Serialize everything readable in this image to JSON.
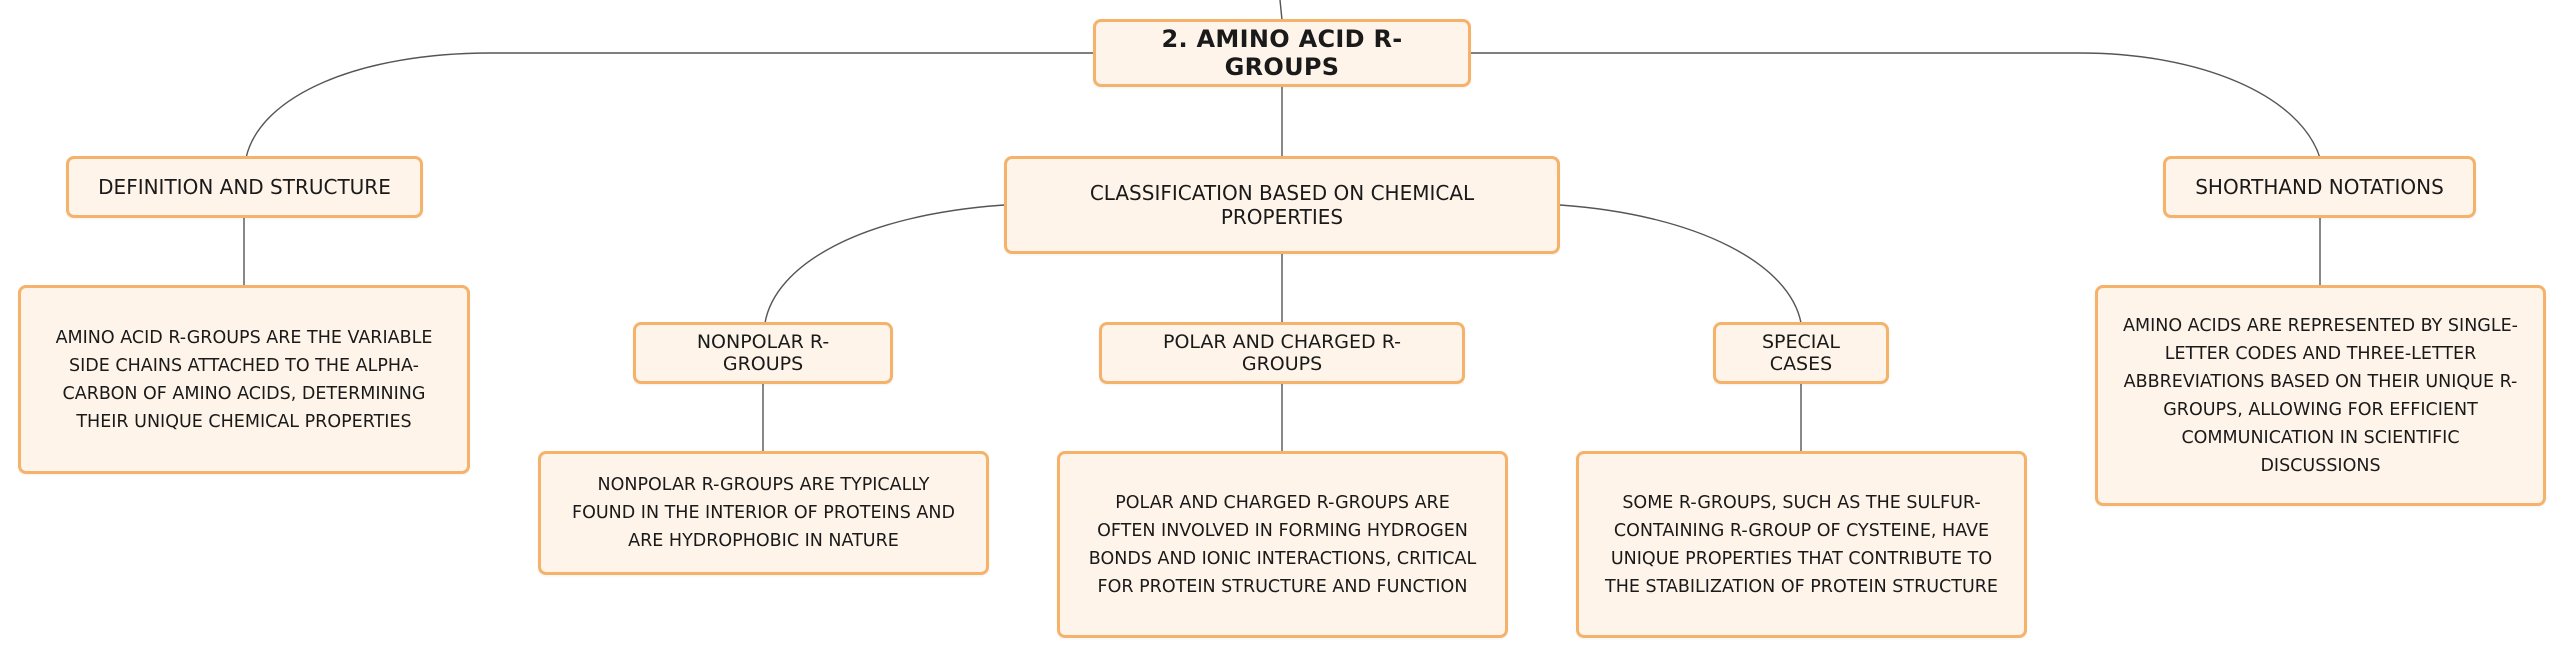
{
  "root": {
    "label": "2. AMINO ACID R-GROUPS"
  },
  "definition": {
    "label": "DEFINITION AND STRUCTURE",
    "detail": "AMINO ACID R-GROUPS ARE THE VARIABLE SIDE CHAINS ATTACHED TO THE ALPHA-CARBON OF AMINO ACIDS, DETERMINING THEIR UNIQUE CHEMICAL PROPERTIES"
  },
  "classification": {
    "label": "CLASSIFICATION BASED ON CHEMICAL PROPERTIES",
    "nonpolar": {
      "label": "NONPOLAR R-GROUPS",
      "detail": "NONPOLAR R-GROUPS ARE TYPICALLY FOUND IN THE INTERIOR OF PROTEINS AND ARE HYDROPHOBIC IN NATURE"
    },
    "polar": {
      "label": "POLAR AND CHARGED R-GROUPS",
      "detail": "POLAR AND CHARGED R-GROUPS ARE OFTEN INVOLVED IN FORMING HYDROGEN BONDS AND IONIC INTERACTIONS, CRITICAL FOR PROTEIN STRUCTURE AND FUNCTION"
    },
    "special": {
      "label": "SPECIAL CASES",
      "detail": "SOME R-GROUPS, SUCH AS THE SULFUR-CONTAINING R-GROUP OF CYSTEINE, HAVE UNIQUE PROPERTIES THAT CONTRIBUTE TO THE STABILIZATION OF PROTEIN STRUCTURE"
    }
  },
  "shorthand": {
    "label": "SHORTHAND NOTATIONS",
    "detail": "AMINO ACIDS ARE REPRESENTED BY SINGLE-LETTER CODES AND THREE-LETTER ABBREVIATIONS BASED ON THEIR UNIQUE R-GROUPS, ALLOWING FOR EFFICIENT COMMUNICATION IN SCIENTIFIC DISCUSSIONS"
  },
  "colors": {
    "node_fill": "#fef4ea",
    "node_border": "#f5b26b",
    "connector": "#555555"
  }
}
